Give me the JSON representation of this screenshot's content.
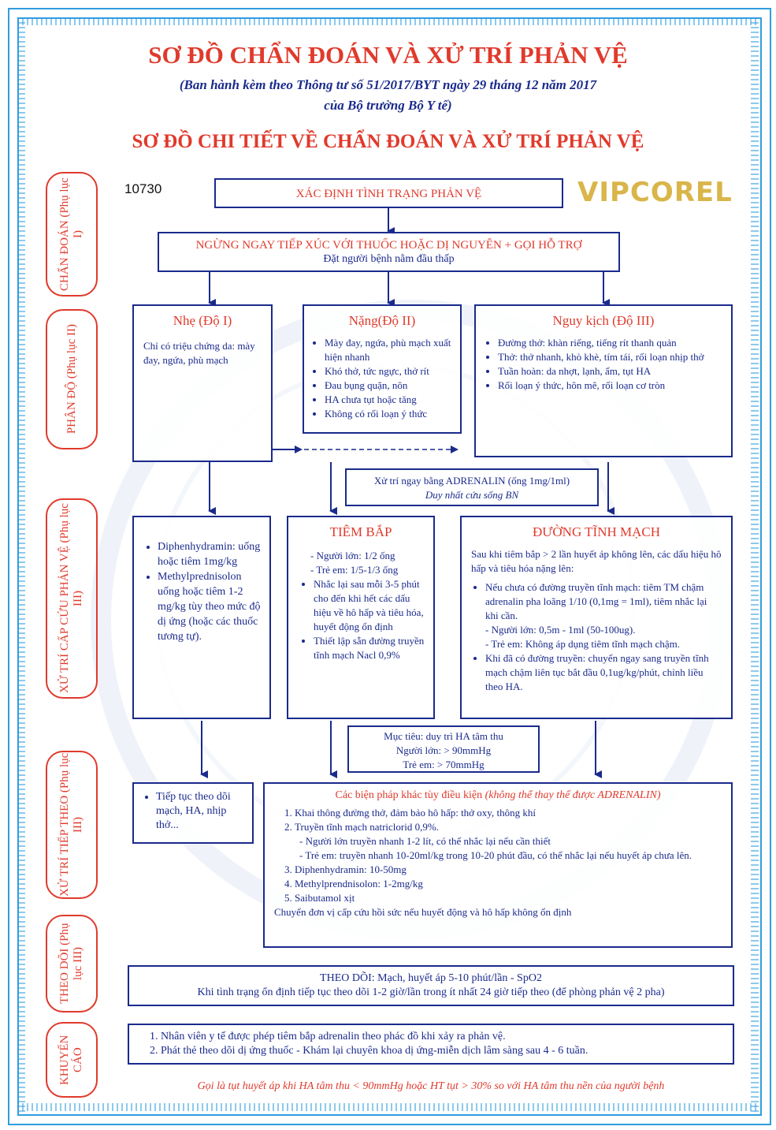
{
  "header": {
    "title": "SƠ ĐỒ CHẨN ĐOÁN VÀ XỬ TRÍ PHẢN VỆ",
    "sub1": "(Ban hành kèm theo Thông tư số 51/2017/BYT ngày 29 tháng 12 năm 2017",
    "sub2": "của Bộ trưởng Bộ Y tế)",
    "title2": "SƠ ĐỒ CHI TIẾT VỀ CHẨN ĐOÁN VÀ XỬ TRÍ PHẢN VỆ",
    "code": "10730",
    "logo": "VIPCOREL"
  },
  "sides": {
    "s1": "CHẨN ĐOÁN (Phụ lục I)",
    "s2": "PHÂN ĐỘ (Phụ lục II)",
    "s3": "XỬ TRÍ CẤP CỨU PHẢN VỆ (Phụ lục III)",
    "s4": "XỬ TRÍ TIẾP THEO (Phụ lục III)",
    "s5": "THEO DÕI (Phụ lục III)",
    "s6": "KHUYẾN CÁO"
  },
  "diag": {
    "box1": "XÁC ĐỊNH TÌNH TRẠNG PHẢN VỆ",
    "box2_line1": "NGỪNG NGAY TIẾP XÚC VỚI THUỐC HOẶC DỊ NGUYÊN + GỌI HỖ TRỢ",
    "box2_line2": "Đặt người bệnh nằm đầu thấp"
  },
  "grade": {
    "mild_title": "Nhẹ (Độ I)",
    "mild_text": "Chỉ có triệu chứng da: mày đay, ngứa, phù mạch",
    "severe_title": "Nặng(Độ II)",
    "severe_items": [
      "Mày đay, ngứa, phù mạch xuất hiện nhanh",
      "Khó thở, tức ngực, thở rít",
      "Đau bụng quặn, nôn",
      "HA chưa tụt hoặc tăng",
      "Không có rối loạn ý thức"
    ],
    "critical_title": "Nguy kịch (Độ III)",
    "critical_items": [
      "Đường thở: khàn riếng, tiếng rít thanh quản",
      "Thở: thở nhanh, khò khè, tím tái, rối loạn nhịp thở",
      "Tuần hoàn: da nhợt, lạnh, ẩm, tụt HA",
      "Rối loạn ý thức, hôn mê, rối loạn cơ tròn"
    ]
  },
  "adrenalin": {
    "line1": "Xử trí ngay bằng ADRENALIN (ống 1mg/1ml)",
    "line2": "Duy nhất cứu sống BN"
  },
  "emergency": {
    "left_items": [
      "Diphenhydramin: uống hoặc tiêm 1mg/kg",
      "Methylprednisolon uống hoặc tiêm 1-2 mg/kg tùy theo mức độ dị ứng (hoặc các thuốc tương tự)."
    ],
    "im_title": "TIÊM BẮP",
    "im_adult": "- Người lớn: 1/2 ống",
    "im_child": "- Trẻ em: 1/5-1/3 ống",
    "im_items": [
      "Nhắc lại sau mỗi 3-5 phút cho đến khi hết các dấu hiệu về hô hấp và tiêu hóa, huyết động ổn định",
      "Thiết lập sẵn đường truyền tĩnh mạch Nacl 0,9%"
    ],
    "iv_title": "ĐƯỜNG TĨNH MẠCH",
    "iv_intro": "Sau khi tiêm bắp > 2 lần huyết áp không lên, các dấu hiệu hô hấp và tiêu hóa nặng lên:",
    "iv_item1": "Nếu chưa có đường truyền tĩnh mạch: tiêm TM chậm adrenalin pha loãng 1/10 (0,1mg = 1ml), tiêm nhắc lại khi cần.",
    "iv_adult": "- Người lớn: 0,5m - 1ml (50-100ug).",
    "iv_child": "- Trẻ em: Không áp dụng tiêm tĩnh mạch chậm.",
    "iv_item2": "Khi đã có đường truyền: chuyển ngay sang truyền tĩnh mạch chậm liên tục bắt đầu 0,1ug/kg/phút, chỉnh liều theo HA."
  },
  "target": {
    "line1": "Mục tiêu: duy trì HA tâm thu",
    "line2": "Người lớn: > 90mmHg",
    "line3": "Trẻ em: > 70mmHg"
  },
  "followup": {
    "left": "Tiếp tục theo dõi mạch, HA, nhịp thở...",
    "title_a": "Các biện pháp khác tùy điều kiện ",
    "title_b": "(không thể thay thế được ADRENALIN)",
    "item1": "Khai thông đường thở, đảm bảo hô hấp: thở oxy, thông khí",
    "item2": "Truyền tĩnh mạch natriclorid 0,9%.",
    "item2_a": "- Người lớn truyền nhanh 1-2 lít, có thể nhắc lại nếu cần thiết",
    "item2_b": "- Trẻ em: truyền nhanh 10-20ml/kg trong 10-20 phút đầu, có thể nhắc lại nếu huyết áp chưa lên.",
    "item3": "Diphenhydramin: 10-50mg",
    "item4": "Methylprendnisolon: 1-2mg/kg",
    "item5": "Saibutamol xịt",
    "closing": "Chuyển đơn vị cấp cứu hồi sức nếu huyết động và hô hấp không ổn định"
  },
  "monitor": {
    "line1": "THEO DÕI: Mạch, huyết áp 5-10 phút/lần - SpO2",
    "line2": "Khi tình trạng ổn định tiếp tục theo dõi 1-2 giờ/lần trong ít nhất 24 giờ tiếp theo (để phòng phản vệ 2 pha)"
  },
  "advice": {
    "item1": "Nhân viên y tế được phép tiêm bắp adrenalin theo phác đồ khi xảy ra phản vệ.",
    "item2": "Phát thẻ theo dõi dị ứng thuốc - Khám lại chuyên khoa dị ứng-miễn dịch lâm sàng sau 4 - 6 tuần."
  },
  "footnote": "Gọi là tụt huyết áp khi HA tâm thu < 90mmHg hoặc HT tụt > 30% so với HA tâm thu nền của người bệnh",
  "colors": {
    "red": "#e03a2c",
    "navy": "#1a2a8c",
    "frame": "#2f9de0",
    "gold": "#d9b54a"
  }
}
